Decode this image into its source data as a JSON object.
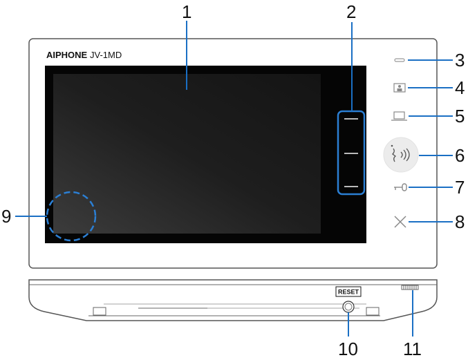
{
  "brand": "AIPHONE",
  "model": "JV-1MD",
  "reset_label": "RESET",
  "callouts": [
    "1",
    "2",
    "3",
    "4",
    "5",
    "6",
    "7",
    "8",
    "9",
    "10",
    "11"
  ],
  "icons": {
    "led": "status-led-icon",
    "monitor": "picture-icon",
    "transfer": "screen-icon",
    "talk": "talk-icon",
    "door": "door-release-icon",
    "off": "close-icon"
  },
  "colors": {
    "highlight": "#2b7fd4",
    "body": "#ffffff",
    "screen": "#151515",
    "outline": "#333333"
  }
}
